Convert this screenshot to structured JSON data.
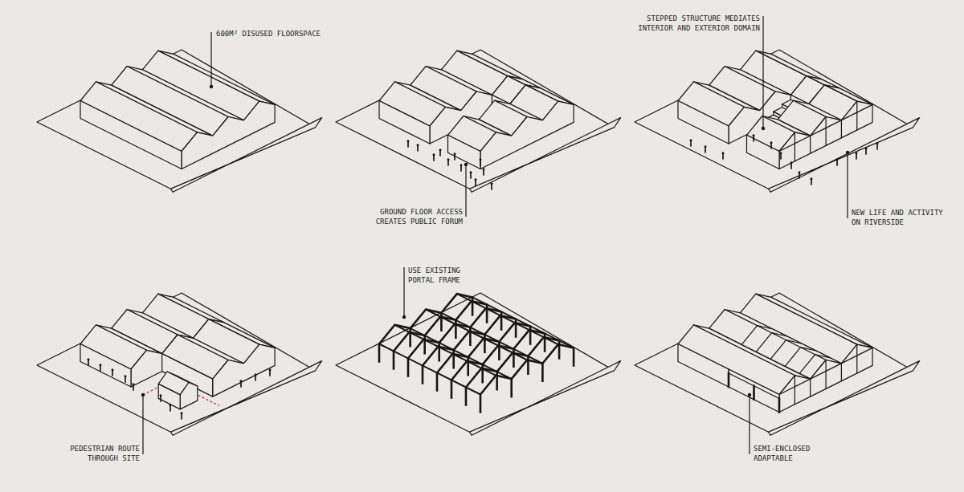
{
  "diagram": {
    "labels": [
      "600M² DISUSED FLOORSPACE",
      "GROUND FLOOR ACCESS CREATES PUBLIC FORUM",
      "STEPPED STRUCTURE MEDIATES INTERIOR AND EXTERIOR DOMAIN",
      "NEW LIFE AND ACTIVITY ON RIVERSIDE",
      "PEDESTRIAN ROUTE THROUGH SITE",
      "USE EXISTING PORTAL FRAME",
      "SEMI-ENCLOSED ADAPTABLE"
    ]
  }
}
